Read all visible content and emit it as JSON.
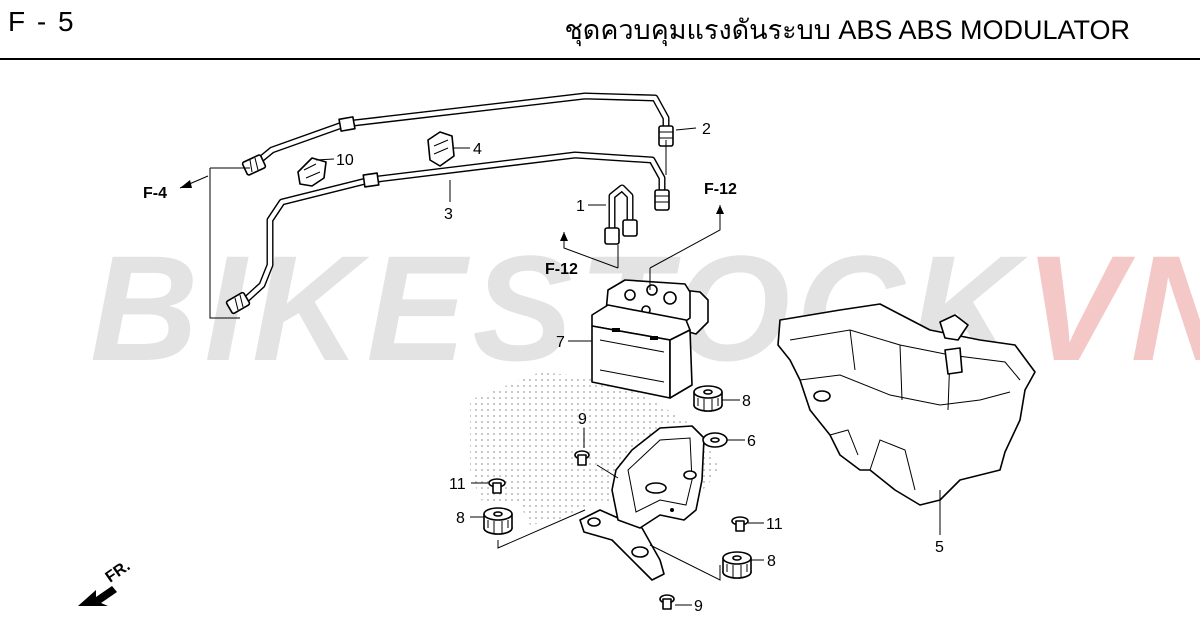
{
  "header": {
    "page_code": "F - 5",
    "title": "ชุดควบคุมแรงดันระบบ ABS  ABS MODULATOR"
  },
  "watermark": {
    "part_a": "BIKESTOCK",
    "part_b": "VN"
  },
  "callouts": {
    "c1": "1",
    "c2": "2",
    "c3": "3",
    "c4": "4",
    "c5": "5",
    "c6": "6",
    "c7": "7",
    "c8a": "8",
    "c8b": "8",
    "c8c": "8",
    "c9a": "9",
    "c9b": "9",
    "c10": "10",
    "c11a": "11",
    "c11b": "11"
  },
  "references": {
    "r1": "F-4",
    "r2": "F-12",
    "r3": "F-12"
  },
  "front_marker": "FR."
}
